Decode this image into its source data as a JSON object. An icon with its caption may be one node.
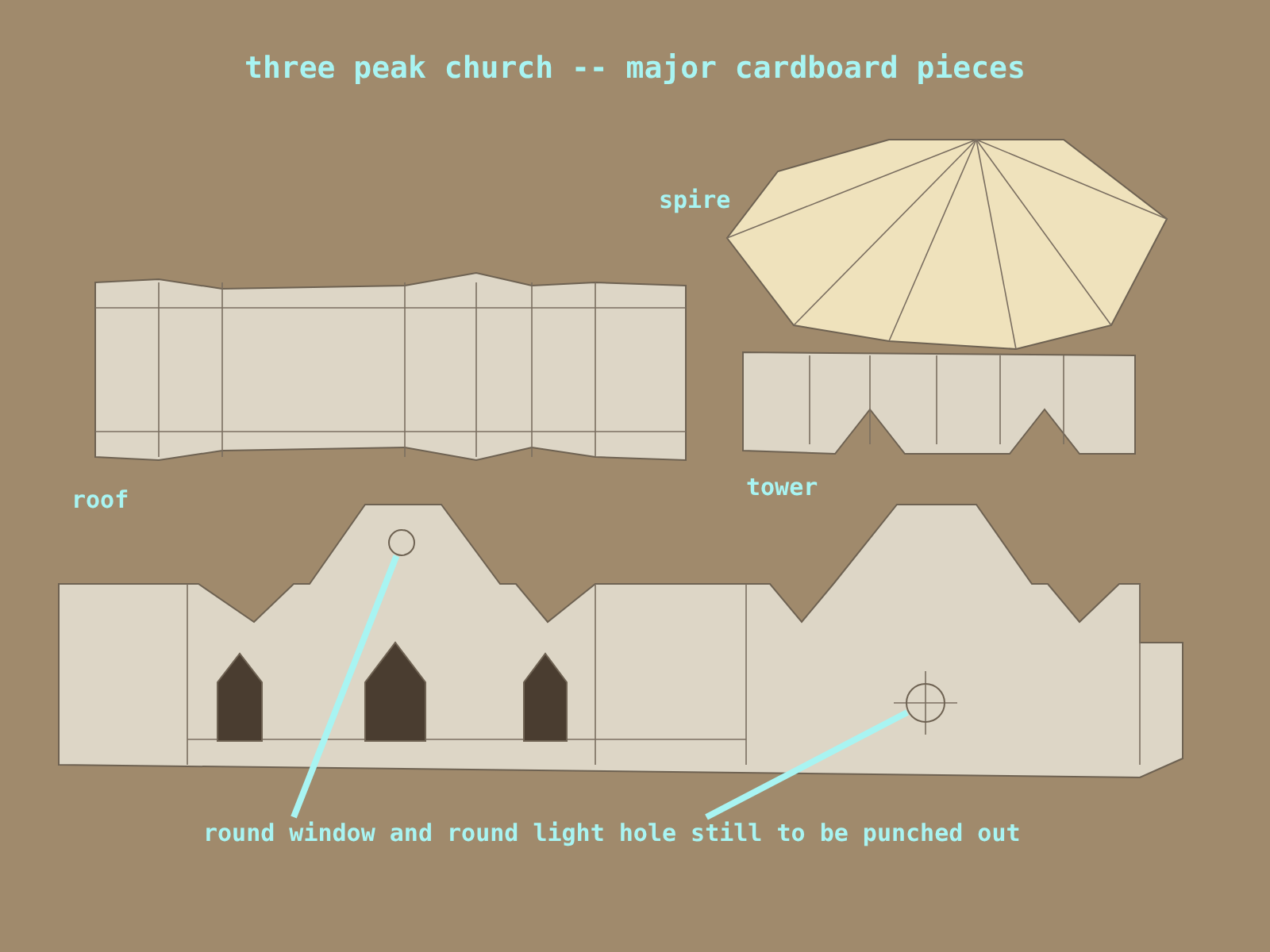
{
  "diagram": {
    "title": "three peak church -- major cardboard pieces",
    "nodes": [
      {
        "text": [
          "round window and round light hole still to be punched out"
        ]
      },
      {
        "text": [],
        "shape": "circle"
      },
      {
        "text": [],
        "shape": "circle"
      }
    ],
    "edges": [
      {
        "from": 0,
        "to": 1,
        "arrow": "none"
      },
      {
        "from": 0,
        "to": 2,
        "arrow": "none"
      }
    ],
    "labels": [
      "spire",
      "roof",
      "tower"
    ]
  }
}
